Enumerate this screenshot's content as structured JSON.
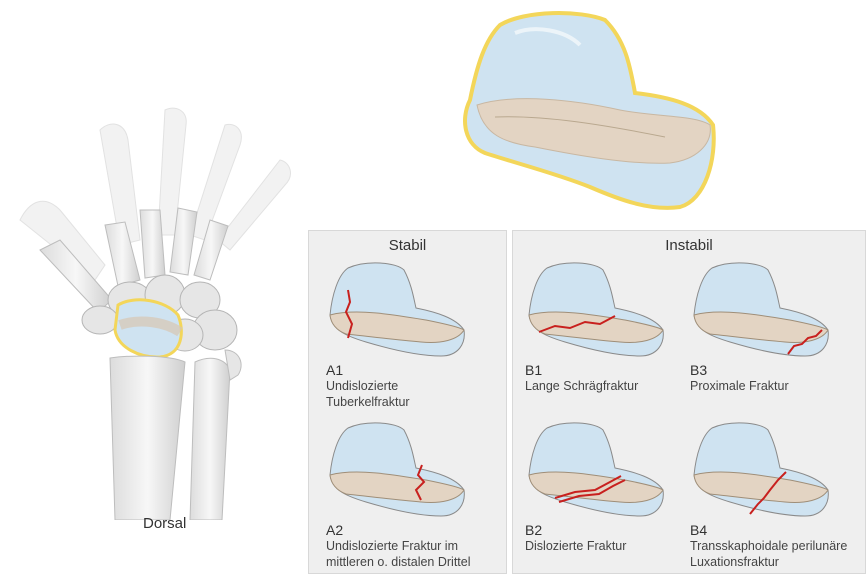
{
  "figure": {
    "view_label": "Dorsal",
    "stable_title": "Stabil",
    "unstable_title": "Instabil",
    "cases": [
      {
        "code": "A1",
        "lines": [
          "Undislozierte",
          "Tuberkelfraktur"
        ]
      },
      {
        "code": "A2",
        "lines": [
          "Undislozierte Fraktur im",
          "mittleren o. distalen Drittel"
        ]
      },
      {
        "code": "B1",
        "lines": [
          "Lange Schrägfraktur"
        ]
      },
      {
        "code": "B2",
        "lines": [
          "Dislozierte Fraktur"
        ]
      },
      {
        "code": "B3",
        "lines": [
          "Proximale Fraktur"
        ]
      },
      {
        "code": "B4",
        "lines": [
          "Transskaphoidale perilunäre",
          "Luxationsfraktur"
        ]
      }
    ]
  },
  "colors": {
    "bone_blue": "#cfe3f1",
    "bone_tan": "#e3d4c3",
    "fracture_red": "#c8201e",
    "highlight_yellow": "#f3d65a",
    "panel_bg": "#efefef"
  }
}
